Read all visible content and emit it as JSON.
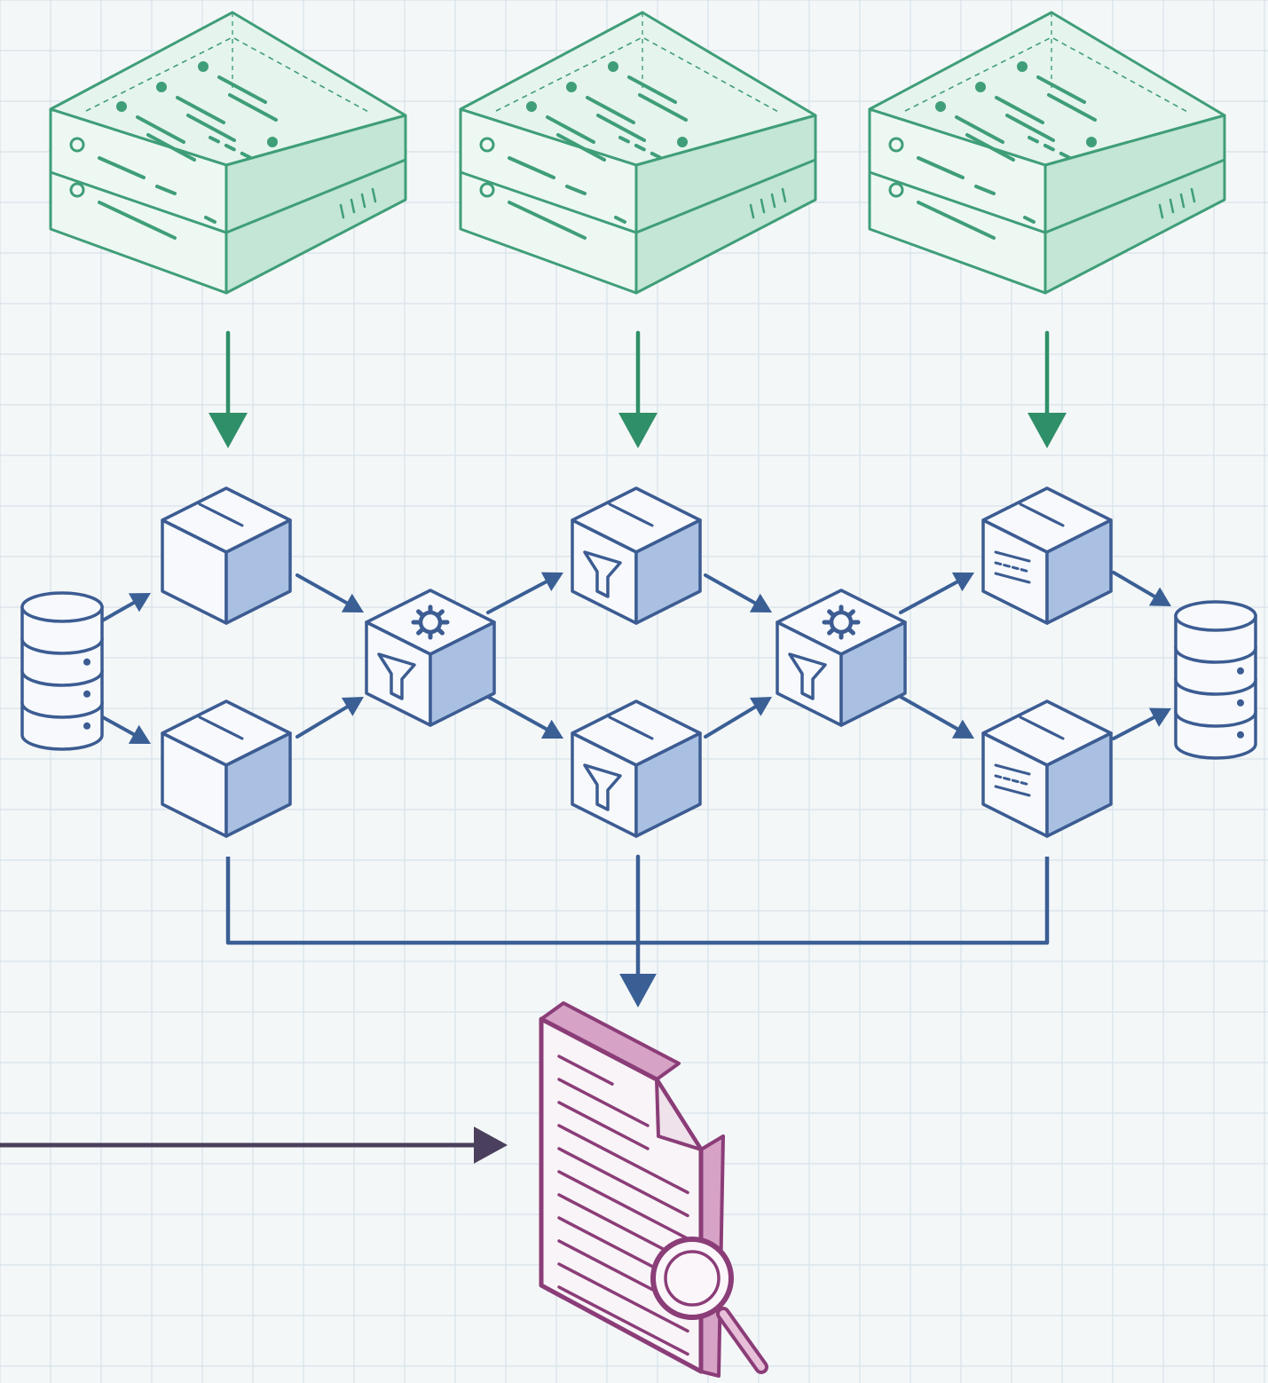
{
  "colors": {
    "background": "#f4f7f8",
    "grid": "#d6e3e9",
    "server_stroke": "#3f9e78",
    "server_fill": "#e6f4ee",
    "server_side": "#c3e6d6",
    "server_arrow": "#2f8f68",
    "node_stroke": "#3c5c92",
    "node_fill": "#f7f9fc",
    "node_side": "#a9c0e2",
    "flow_arrow": "#3a5f95",
    "report_stroke": "#8b3d78",
    "report_fill": "#f8f4f7",
    "report_side": "#d6a2c6",
    "input_line": "#4a3f5c"
  },
  "diagram": {
    "servers": [
      {
        "name": "source-server-1",
        "icon": "server-icon"
      },
      {
        "name": "source-server-2",
        "icon": "server-icon"
      },
      {
        "name": "source-server-3",
        "icon": "server-icon"
      }
    ],
    "nodes": [
      {
        "name": "ingest-node-top",
        "icon": "document-icon"
      },
      {
        "name": "ingest-node-bottom",
        "icon": "document-icon"
      },
      {
        "name": "process-node-1",
        "icon": "gear-filter-icon"
      },
      {
        "name": "filter-node-top",
        "icon": "filter-icon"
      },
      {
        "name": "filter-node-bottom",
        "icon": "filter-icon"
      },
      {
        "name": "process-node-2",
        "icon": "gear-filter-icon"
      },
      {
        "name": "output-node-top",
        "icon": "document-icon"
      },
      {
        "name": "output-node-bottom",
        "icon": "document-icon"
      }
    ],
    "databases": [
      {
        "name": "source-database",
        "icon": "database-icon"
      },
      {
        "name": "target-database",
        "icon": "database-icon"
      }
    ],
    "report": {
      "name": "inspection-report",
      "icon": "report-magnifier-icon"
    }
  }
}
